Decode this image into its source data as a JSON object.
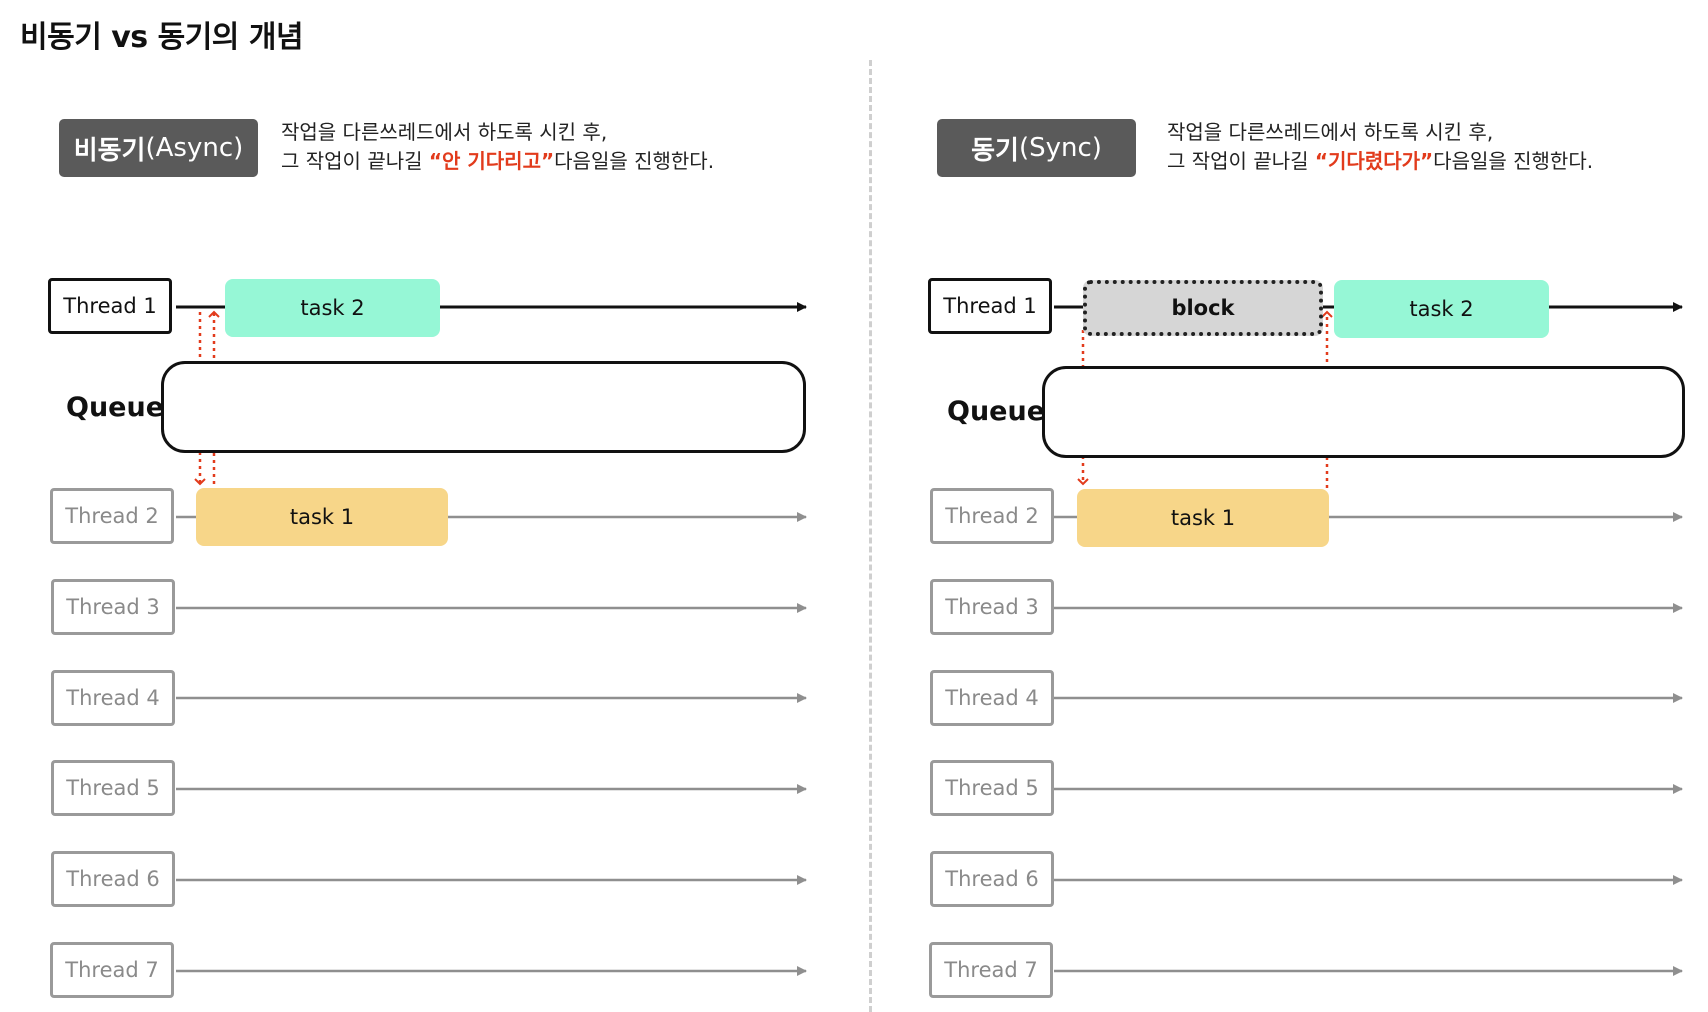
{
  "title": "비동기 vs 동기의 개념",
  "async": {
    "badge_bold": "비동기",
    "badge_rest": "(Async)",
    "desc_line1": "작업을 다른쓰레드에서 하도록 시킨 후,",
    "desc_line2_pre": "그 작업이 끝나길 ",
    "desc_highlight": "“안 기다리고”",
    "desc_line2_post": "다음일을 진행한다.",
    "queue_label": "Queue",
    "task_main": "task 2",
    "task_other": "task 1",
    "threads": [
      "Thread 1",
      "Thread 2",
      "Thread 3",
      "Thread 4",
      "Thread 5",
      "Thread 6",
      "Thread 7"
    ]
  },
  "sync": {
    "badge_bold": "동기",
    "badge_rest": "(Sync)",
    "desc_line1": "작업을 다른쓰레드에서 하도록 시킨 후,",
    "desc_line2_pre": "그 작업이 끝나길 ",
    "desc_highlight": "“기다렸다가”",
    "desc_line2_post": "다음일을 진행한다.",
    "queue_label": "Queue",
    "block_label": "block",
    "task_main": "task 2",
    "task_other": "task 1",
    "threads": [
      "Thread 1",
      "Thread 2",
      "Thread 3",
      "Thread 4",
      "Thread 5",
      "Thread 6",
      "Thread 7"
    ]
  },
  "colors": {
    "task2": "#96f7d6",
    "task1": "#f7d689",
    "block": "#d6d6d6",
    "highlight": "#e23b1c",
    "badge": "#5a5a5a",
    "arrow_dim": "#8f8f8f",
    "dotted_arrow": "#e23b1c"
  }
}
